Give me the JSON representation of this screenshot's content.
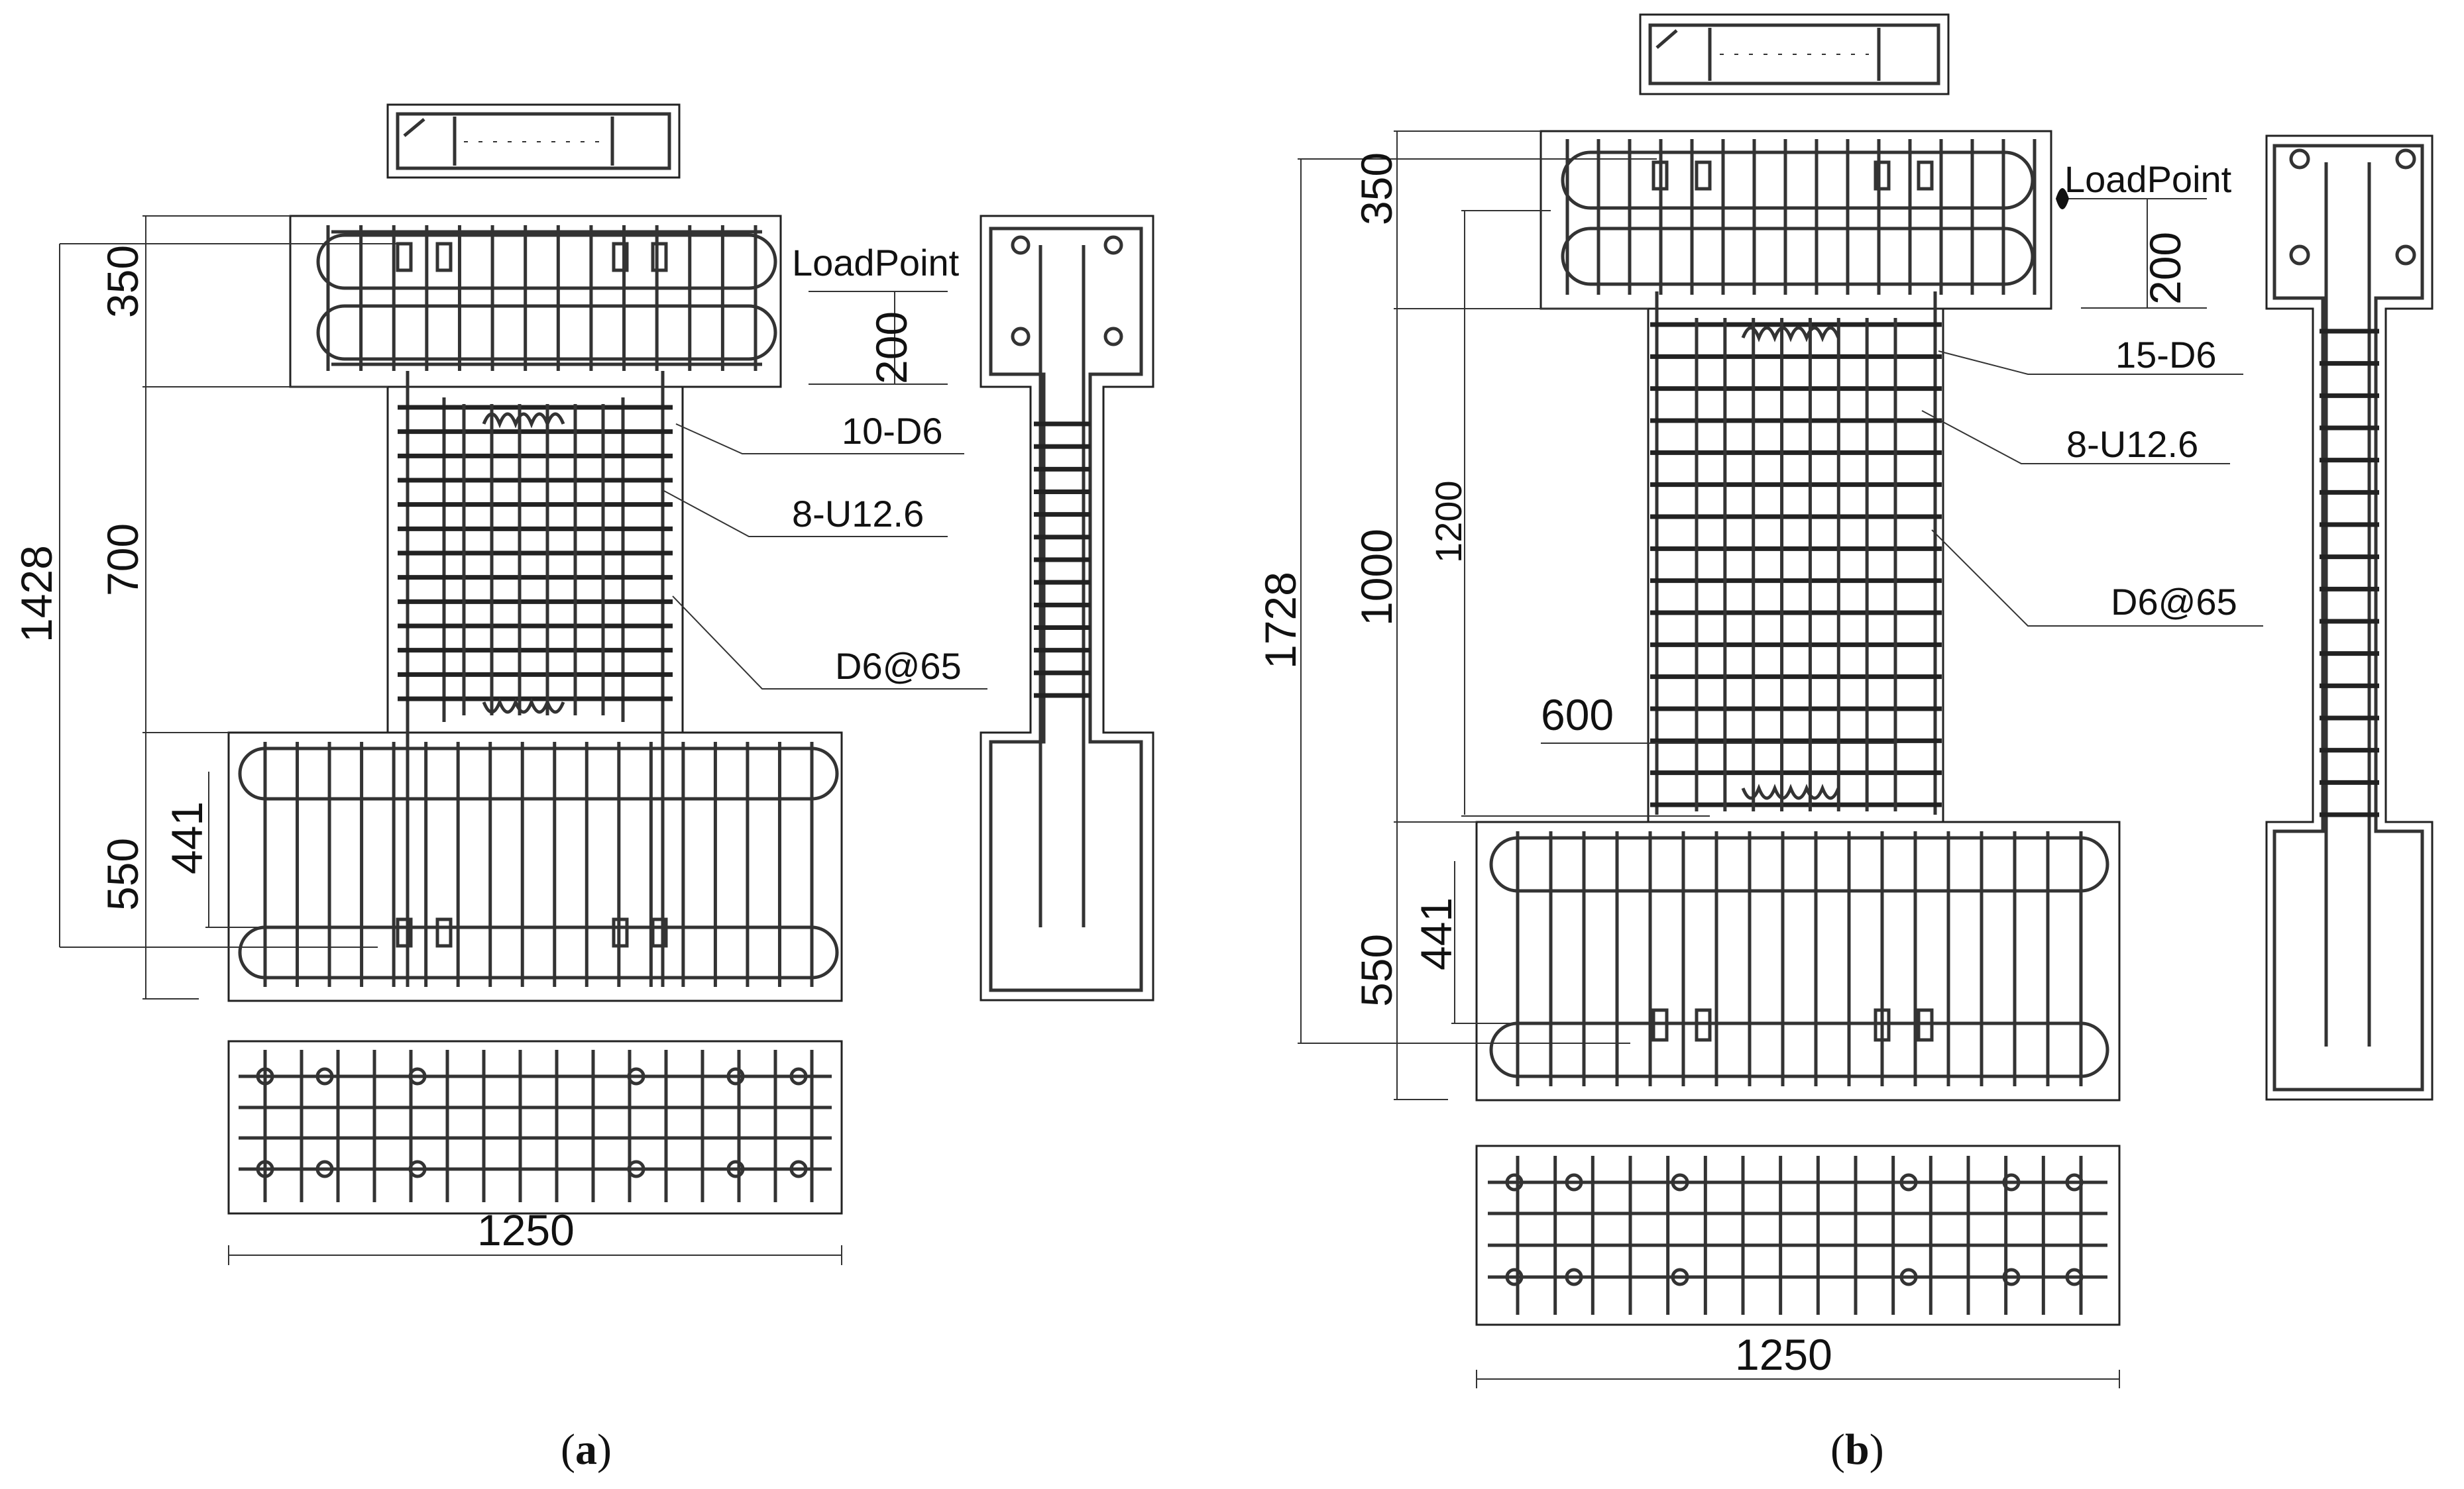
{
  "panel_a": {
    "dimensions": {
      "top_beam": "350",
      "wall": "700",
      "total": "1428",
      "bottom_beam": "550",
      "anchor": "441",
      "load_offset": "200",
      "width": "1250"
    },
    "labels": {
      "load_point": "LoadPoint",
      "horizontal_bars": "10-D6",
      "vertical_bars": "8-U12.6",
      "ties": "D6@65"
    },
    "caption": {
      "open": "(",
      "letter": "a",
      "close": ")"
    }
  },
  "panel_b": {
    "dimensions": {
      "top_beam": "350",
      "wall": "1000",
      "total": "1728",
      "column_height": "1200",
      "wall_width": "600",
      "bottom_beam": "550",
      "anchor": "441",
      "load_offset": "200",
      "width": "1250"
    },
    "labels": {
      "load_point": "LoadPoint",
      "horizontal_bars": "15-D6",
      "vertical_bars": "8-U12.6",
      "ties": "D6@65"
    },
    "caption": {
      "open": "(",
      "letter": "b",
      "close": ")"
    }
  }
}
